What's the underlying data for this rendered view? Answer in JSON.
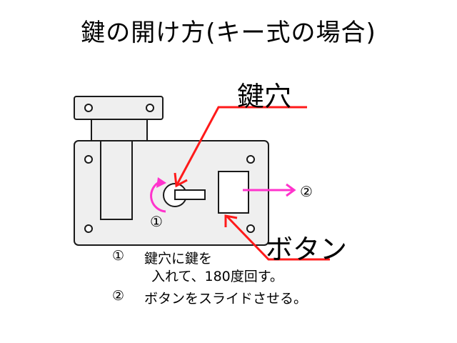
{
  "title": "鍵の開け方(キー式の場合)",
  "labels": {
    "keyhole": "鍵穴",
    "button": "ボタン",
    "marker1": "①",
    "marker2": "②"
  },
  "steps": [
    {
      "number": "①",
      "line1": "鍵穴に鍵を",
      "line2": "入れて、180度回す。"
    },
    {
      "number": "②",
      "line1": "ボタンをスライドさせる。"
    }
  ],
  "colors": {
    "arrow_red": "#ff1a1a",
    "arrow_magenta": "#ff33cc",
    "device_fill": "#efefef",
    "outline": "#1a1a1a"
  }
}
